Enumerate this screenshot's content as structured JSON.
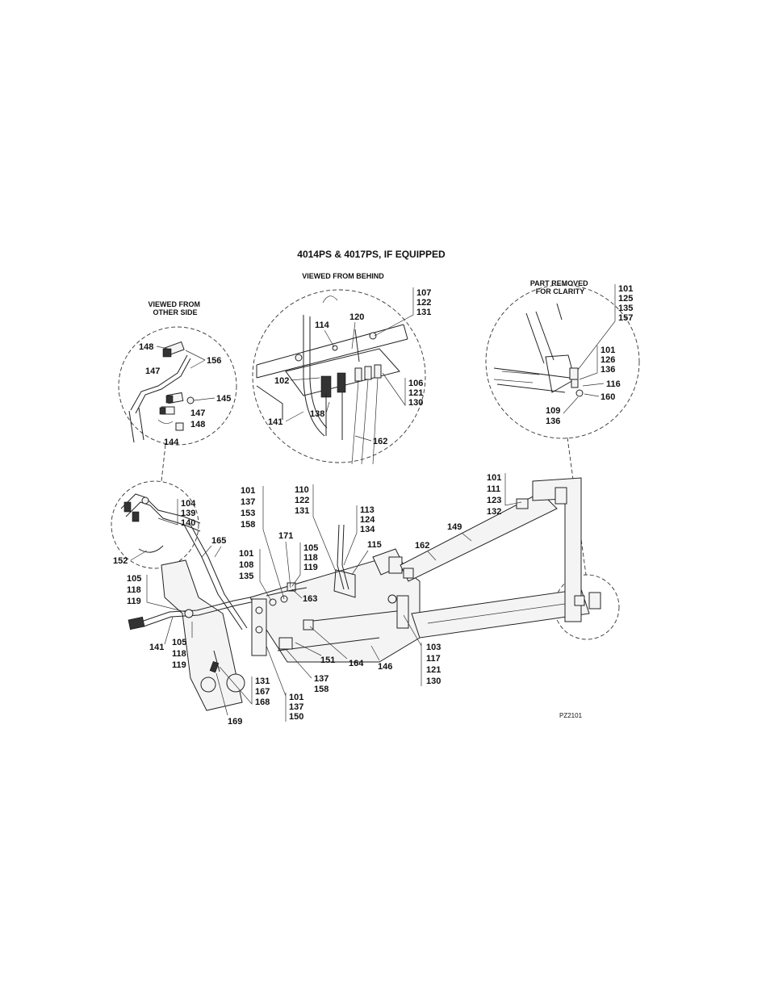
{
  "title": "4014PS & 4017PS, IF EQUIPPED",
  "drawing_code": "PZ2101",
  "views": {
    "other_side": "VIEWED FROM\nOTHER SIDE",
    "behind": "VIEWED FROM BEHIND",
    "removed": "PART REMOVED\nFOR CLARITY"
  },
  "callouts": {
    "behind_top_right": [
      "107",
      "122",
      "131"
    ],
    "behind_114": "114",
    "behind_120": "120",
    "behind_102": "102",
    "behind_right": [
      "106",
      "121",
      "130"
    ],
    "behind_138": "138",
    "behind_141": "141",
    "behind_162": "162",
    "other_148a": "148",
    "other_156": "156",
    "other_147a": "147",
    "other_145": "145",
    "other_147b": "147",
    "other_148b": "148",
    "other_144": "144",
    "removed_top": [
      "101",
      "125",
      "135",
      "157"
    ],
    "removed_mid": [
      "101",
      "126",
      "136"
    ],
    "removed_116": "116",
    "removed_160": "160",
    "removed_bottom": [
      "109",
      "136"
    ],
    "main_104": [
      "104",
      "139",
      "140"
    ],
    "main_152": "152",
    "main_165": "165",
    "main_101a": [
      "101",
      "137",
      "153",
      "158"
    ],
    "main_110": [
      "110",
      "122",
      "131"
    ],
    "main_113": [
      "113",
      "124",
      "134"
    ],
    "main_171": "171",
    "main_105a": [
      "105",
      "118",
      "119"
    ],
    "main_101b": [
      "101",
      "108",
      "135"
    ],
    "main_115": "115",
    "main_105b": [
      "105",
      "118",
      "119"
    ],
    "main_163": "163",
    "main_141": "141",
    "main_105c": [
      "105",
      "118",
      "119"
    ],
    "main_151": "151",
    "main_164": "164",
    "main_146": "146",
    "main_103": [
      "103",
      "117",
      "121",
      "130"
    ],
    "main_137": [
      "137",
      "158"
    ],
    "main_131": [
      "131",
      "167",
      "168"
    ],
    "main_101c": [
      "101",
      "137",
      "150"
    ],
    "main_169": "169",
    "main_101d": [
      "101",
      "111",
      "123",
      "132"
    ],
    "main_149": "149",
    "main_162": "162"
  }
}
